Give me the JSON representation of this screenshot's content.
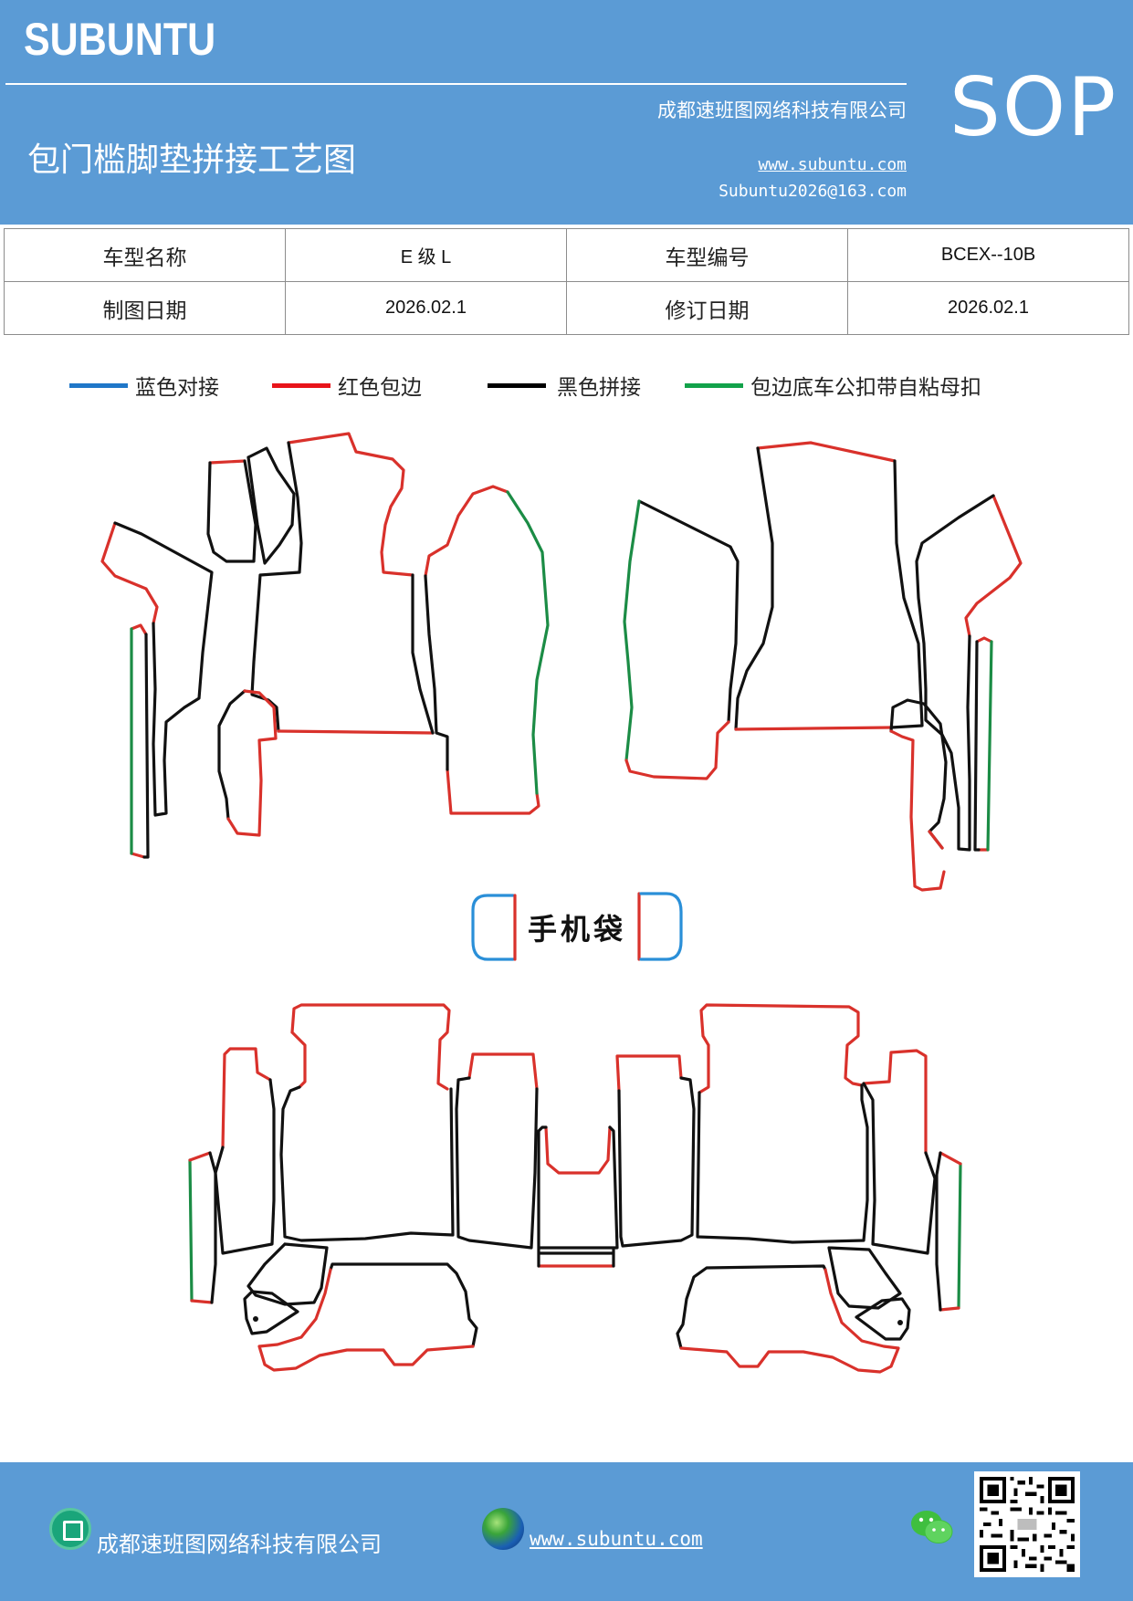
{
  "header": {
    "brand": "SUBUNTU",
    "sop": "SOP",
    "title": "包门槛脚垫拼接工艺图",
    "company": "成都速班图网络科技有限公司",
    "website": "www.subuntu.com",
    "email": "Subuntu2026@163.com"
  },
  "info": {
    "model_name_label": "车型名称",
    "model_name_value": "E 级 L",
    "model_code_label": "车型编号",
    "model_code_value": "BCEX--10B",
    "draw_date_label": "制图日期",
    "draw_date_value": "2026.02.1",
    "revise_date_label": "修订日期",
    "revise_date_value": "2026.02.1"
  },
  "legend": [
    {
      "label": "蓝色对接",
      "color": "#1f77c8"
    },
    {
      "label": "红色包边",
      "color": "#e8141a"
    },
    {
      "label": "黑色拼接",
      "color": "#000000"
    },
    {
      "label": "包边底车公扣带自粘母扣",
      "color": "#12a24a"
    }
  ],
  "diagram": {
    "phone_bag_label": "手机袋",
    "colors": {
      "red": "#d9312b",
      "black": "#111111",
      "green": "#1b8c45",
      "blue": "#2a8fd8"
    }
  },
  "footer": {
    "company": "成都速班图网络科技有限公司",
    "website": "www.subuntu.com"
  }
}
